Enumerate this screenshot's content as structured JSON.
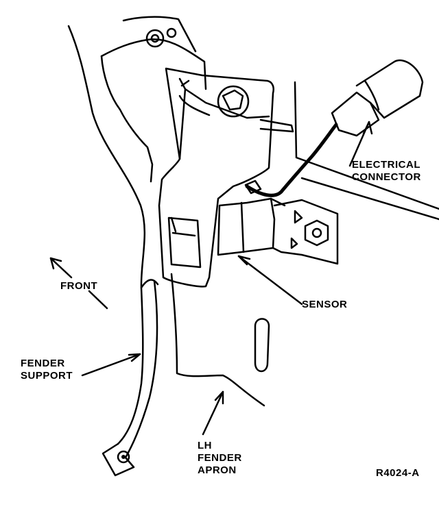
{
  "diagram": {
    "labels": {
      "electrical_connector": "ELECTRICAL\nCONNECTOR",
      "sensor": "SENSOR",
      "front": "FRONT",
      "fender_support": "FENDER\nSUPPORT",
      "lh_fender_apron": "LH\nFENDER\nAPRON",
      "figure_code": "R4024-A"
    },
    "ink_color": "#000000",
    "paper_color": "#ffffff"
  }
}
